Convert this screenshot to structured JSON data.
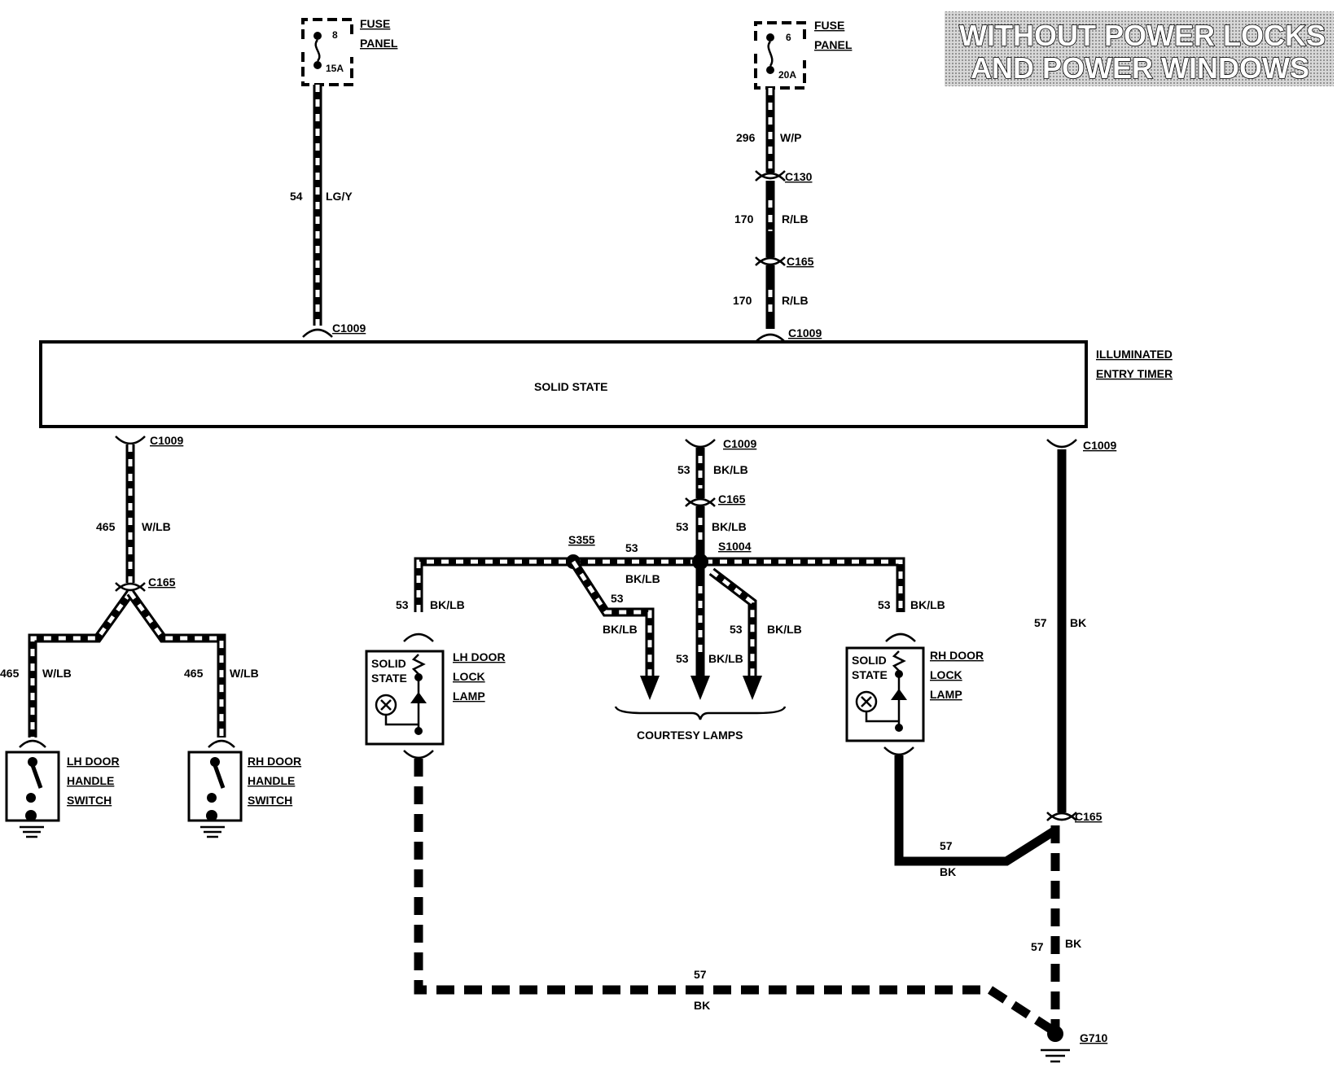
{
  "title": {
    "line1": "WITHOUT POWER LOCKS",
    "line2": "AND POWER WINDOWS"
  },
  "module": {
    "name_line1": "ILLUMINATED",
    "name_line2": "ENTRY TIMER",
    "inner_label": "SOLID STATE"
  },
  "fuses": {
    "left": {
      "number": "8",
      "rating": "15A",
      "panel_line1": "FUSE",
      "panel_line2": "PANEL"
    },
    "right": {
      "number": "6",
      "rating": "20A",
      "panel_line1": "FUSE",
      "panel_line2": "PANEL"
    }
  },
  "connectors": {
    "c1009": "C1009",
    "c130": "C130",
    "c165": "C165",
    "s355": "S355",
    "s1004": "S1004",
    "g710": "G710"
  },
  "wires": {
    "w54": {
      "circuit": "54",
      "color": "LG/Y"
    },
    "w296": {
      "circuit": "296",
      "color": "W/P"
    },
    "w170": {
      "circuit": "170",
      "color": "R/LB"
    },
    "w465": {
      "circuit": "465",
      "color": "W/LB"
    },
    "w53": {
      "circuit": "53",
      "color": "BK/LB"
    },
    "w57": {
      "circuit": "57",
      "color": "BK"
    }
  },
  "components": {
    "lh_switch": {
      "line1": "LH DOOR",
      "line2": "HANDLE",
      "line3": "SWITCH"
    },
    "rh_switch": {
      "line1": "RH DOOR",
      "line2": "HANDLE",
      "line3": "SWITCH"
    },
    "lh_lamp": {
      "line1": "LH DOOR",
      "line2": "LOCK",
      "line3": "LAMP",
      "inner1": "SOLID",
      "inner2": "STATE"
    },
    "rh_lamp": {
      "line1": "RH DOOR",
      "line2": "LOCK",
      "line3": "LAMP",
      "inner1": "SOLID",
      "inner2": "STATE"
    },
    "courtesy": "COURTESY LAMPS"
  }
}
